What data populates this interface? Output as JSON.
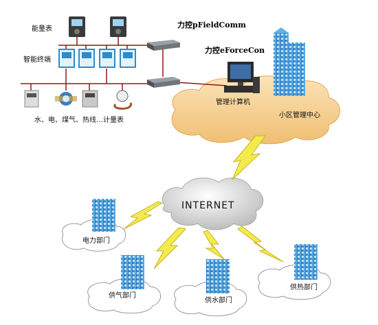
{
  "labels": {
    "energy_meter": "能量表",
    "smart_terminal": "智能终端",
    "meters_caption": "水、电、煤气、热线…计量表",
    "brand_field": "力控pFieldComm",
    "brand_force": "力控eForceCon",
    "mgmt_computer": "管理计算机",
    "center": "小区管理中心",
    "internet": "INTERNET",
    "power": "电力部门",
    "gas": "供气部门",
    "water": "供水部门",
    "heat": "供热部门"
  },
  "colors": {
    "cloud_orange": "#f6d29a",
    "cloud_grey": "#dcdcdc",
    "building_blue": "#3a8fd0",
    "lightning_yellow": "#f3ea4c",
    "bus_red": "#9a1414"
  }
}
